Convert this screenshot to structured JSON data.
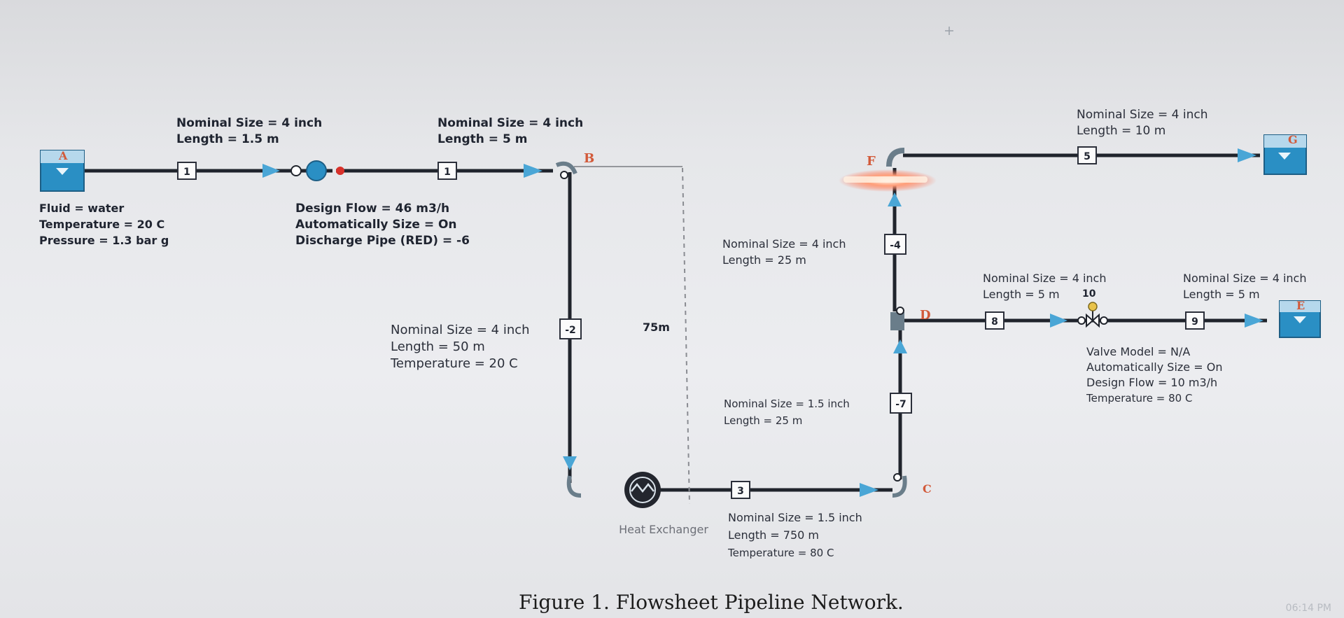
{
  "caption": "Figure 1. Flowsheet Pipeline Network.",
  "taskbar_time": "06:14 PM",
  "nodes": {
    "A": "A",
    "B": "B",
    "C": "C",
    "D": "D",
    "E": "E",
    "F": "F",
    "G": "G"
  },
  "segments": {
    "s1a": "1",
    "s1b": "1",
    "s2": "-2",
    "s3": "3",
    "s4": "-4",
    "s5": "5",
    "s7": "-7",
    "s8": "8",
    "s9": "9"
  },
  "annotations": {
    "pipe1": [
      "Nominal Size = 4 inch",
      "Length = 1.5 m"
    ],
    "pipe1b": [
      "Nominal Size = 4 inch",
      "Length = 5 m"
    ],
    "pipe5": [
      "Nominal Size = 4 inch",
      "Length = 10 m"
    ],
    "fluid": [
      "Fluid = water",
      "Temperature = 20 C",
      "Pressure = 1.3 bar g"
    ],
    "pump": [
      "Design Flow = 46 m3/h",
      "Automatically Size = On",
      "Discharge Pipe (RED) = -6"
    ],
    "pipe4": [
      "Nominal Size = 4 inch",
      "Length = 25 m"
    ],
    "pipe8": [
      "Nominal Size = 4 inch",
      "Length = 5 m"
    ],
    "pipe8_tag": "10",
    "pipe9": [
      "Nominal Size = 4 inch",
      "Length = 5 m"
    ],
    "pipe2": [
      "Nominal Size = 4 inch",
      "Length = 50 m",
      "Temperature = 20 C"
    ],
    "height_75": "75m",
    "valve": [
      "Valve Model = N/A",
      "Automatically Size = On",
      "Design Flow = 10 m3/h",
      "Temperature = 80 C"
    ],
    "pipe7": [
      "Nominal Size = 1.5 inch",
      "Length = 25 m"
    ],
    "heat_exchanger": "Heat Exchanger",
    "pipe3": [
      "Nominal Size = 1.5 inch",
      "Length = 750 m",
      "Temperature = 80 C"
    ]
  },
  "colors": {
    "tank": "#2a8fc4",
    "pipe": "#20242c",
    "flow_arrow": "#4aa6d6",
    "node_letter": "#d25a3a",
    "pump_discharge": "#d8312a",
    "highlight_glow": "#ff8a6a"
  }
}
